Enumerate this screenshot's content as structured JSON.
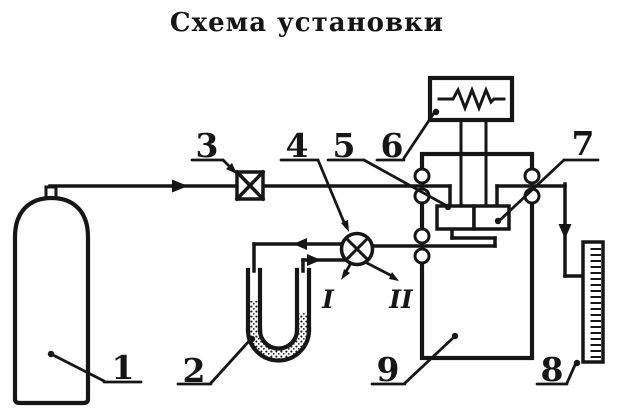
{
  "title": "Схема установки",
  "colors": {
    "ink": "#161616",
    "paper": "#ffffff"
  },
  "callouts": {
    "cylinder": "1",
    "manometer": "2",
    "valve": "3",
    "tap": "4",
    "sensor": "5",
    "power": "6",
    "heater": "7",
    "flowmeter": "8",
    "chamber": "9",
    "tap_pos_1": "I",
    "tap_pos_2": "II"
  }
}
